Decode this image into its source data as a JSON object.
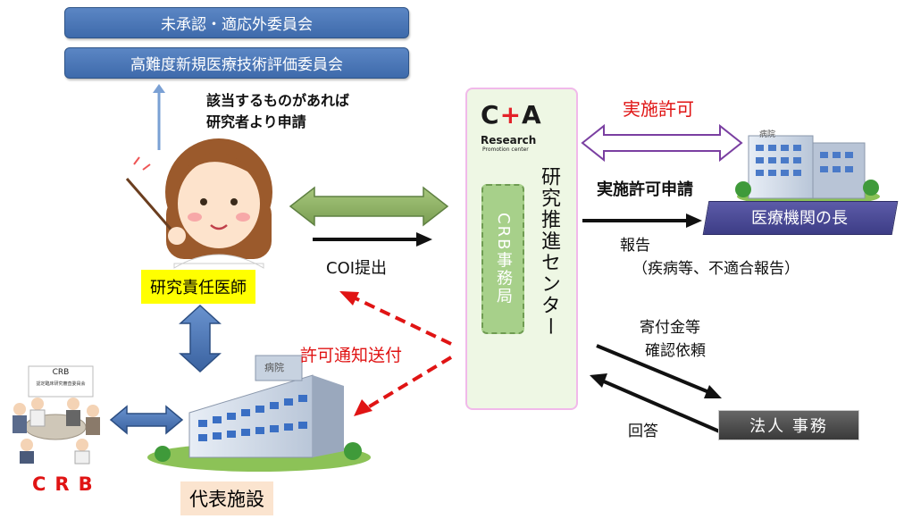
{
  "committees": {
    "unapproved": "未承認・適応外委員会",
    "advanced_tech": "高難度新規医療技術評価委員会"
  },
  "researcher_note": {
    "line1": "該当するものがあれば",
    "line2": "研究者より申請"
  },
  "researcher_label": "研究責任医師",
  "representative_label": "代表施設",
  "crb_label": "CRB",
  "crb_board_sign": "CRB",
  "crb_board_sub": "認定臨床研究審査委員会",
  "center": {
    "logo_main": "C+A",
    "logo_c": "C",
    "logo_plus": "+",
    "logo_a": "A",
    "logo_research": "Research",
    "logo_sub": "Promotion center",
    "office": "CRB事務局",
    "name": "研究推進センター"
  },
  "coi_label": "COI提出",
  "permit_notice": "許可通知送付",
  "implement_permit": "実施許可",
  "implement_request": "実施許可申請",
  "report": {
    "line1": "報告",
    "line2": "（疾病等、不適合報告）"
  },
  "hospital_head": "医療機関の長",
  "donation": {
    "line1": "寄付金等",
    "line2": "確認依頼"
  },
  "reply": "回答",
  "corp_office": "法人 事務",
  "hospital_sign": "病院",
  "colors": {
    "blue_bar": "#4a76b8",
    "green_arrow": "#8db064",
    "purple_arrow": "#7a3fa1",
    "red_dash": "#e01414",
    "blue_arrow": "#3e6aab",
    "hospital_head_box": "#4a4a98"
  }
}
